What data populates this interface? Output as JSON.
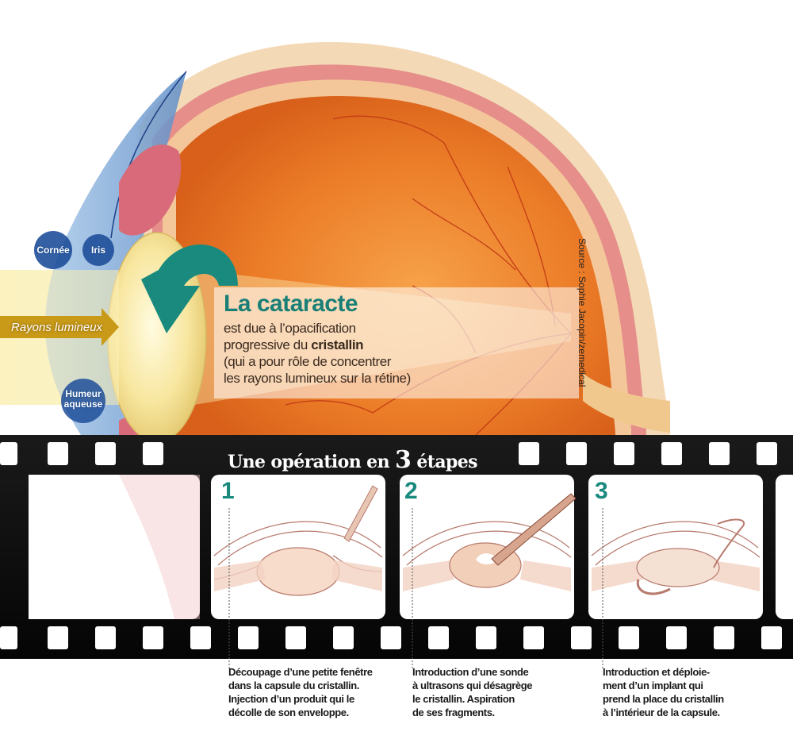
{
  "labels": {
    "cornea": "Cornée",
    "iris": "Iris",
    "aqueous_l1": "Humeur",
    "aqueous_l2": "aqueuse",
    "rays": "Rayons lumineux"
  },
  "headline": {
    "title": "La cataracte",
    "line1": "est due à l’opacification",
    "line2_pre": "progressive du ",
    "line2_bold": "cristallin",
    "line3": "(qui a pour rôle de concentrer",
    "line4": "les rayons lumineux sur la rétine)"
  },
  "source": "Source : Sophie Jacopin/zemedical",
  "band": {
    "title_pre": "Une opération en ",
    "title_num": "3",
    "title_post": " étapes"
  },
  "steps": [
    {
      "number": "1",
      "caption": [
        "Découpage d’une petite fenêtre",
        "dans la capsule du cristallin.",
        "Injection d’un produit qui le",
        "décolle de son enveloppe."
      ]
    },
    {
      "number": "2",
      "caption": [
        "Introduction d’une sonde",
        "à ultrasons qui désagrège",
        "le cristallin. Aspiration",
        "de ses fragments."
      ]
    },
    {
      "number": "3",
      "caption": [
        "Introduction et déploie-",
        "ment d’un implant qui",
        "prend la place du cristallin",
        "à l’intérieur de la capsule."
      ]
    }
  ],
  "colors": {
    "accent": "#1a8a7e",
    "film": "#111111",
    "eye_orange": "#e8741e"
  }
}
